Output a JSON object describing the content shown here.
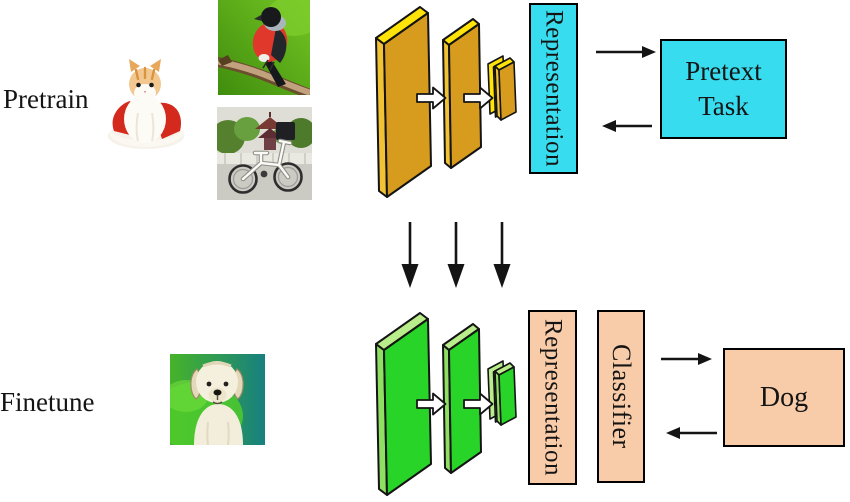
{
  "labels": {
    "pretrain": "Pretrain",
    "finetune": "Finetune"
  },
  "boxes": {
    "representation_pretrain": "Representation",
    "pretext_task": "Pretext Task",
    "representation_finetune": "Representation",
    "classifier": "Classifier",
    "prediction": "Dog"
  },
  "photos": {
    "pretrain": [
      "kitten-photo",
      "bullfinch-bird-photo",
      "bicycle-photo"
    ],
    "finetune": [
      "puppy-photo"
    ]
  },
  "colors": {
    "cyan": "#38DCEF",
    "peach": "#F9CCA9",
    "orange_front": "#D79B1E",
    "orange_edge": "#FFE309",
    "orange_side": "#F2C235",
    "green_front": "#28D428",
    "green_edge": "#B9ED8B",
    "green_side": "#8FE062",
    "outline": "#141414"
  }
}
